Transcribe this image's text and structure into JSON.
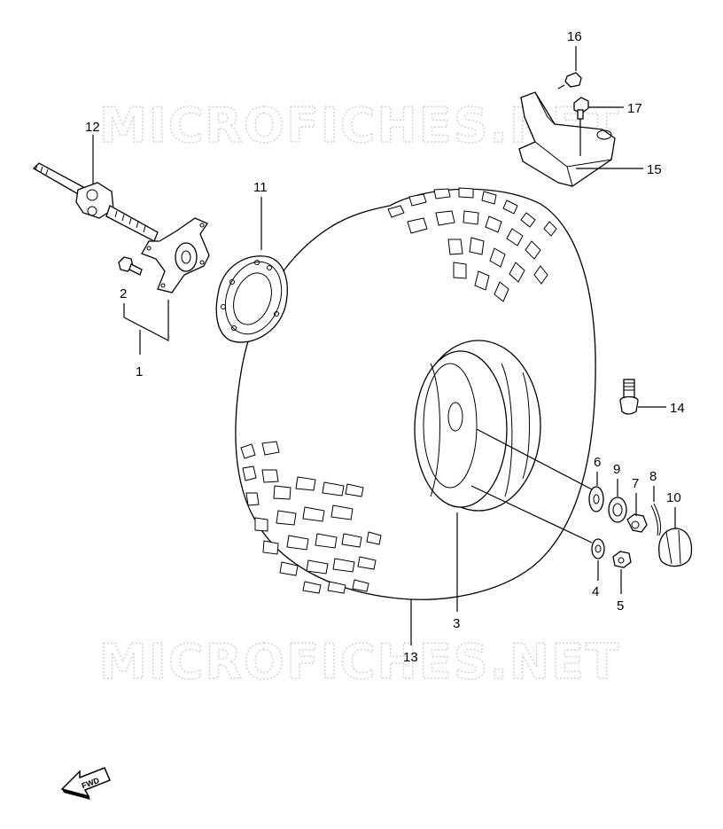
{
  "watermark": {
    "text": "MICROFICHES.NET"
  },
  "fwd_icon": {
    "label": "FWD"
  },
  "callouts": [
    {
      "id": "1",
      "text": "1",
      "part": "hub-assembly"
    },
    {
      "id": "2",
      "text": "2",
      "part": "hub-bolt"
    },
    {
      "id": "3",
      "text": "3",
      "part": "wheel-rim"
    },
    {
      "id": "4",
      "text": "4",
      "part": "washer"
    },
    {
      "id": "5",
      "text": "5",
      "part": "nut"
    },
    {
      "id": "6",
      "text": "6",
      "part": "washer"
    },
    {
      "id": "7",
      "text": "7",
      "part": "castle-nut"
    },
    {
      "id": "8",
      "text": "8",
      "part": "cotter-pin"
    },
    {
      "id": "9",
      "text": "9",
      "part": "spacer"
    },
    {
      "id": "10",
      "text": "10",
      "part": "hub-cap"
    },
    {
      "id": "11",
      "text": "11",
      "part": "brake-disc"
    },
    {
      "id": "12",
      "text": "12",
      "part": "drive-shaft"
    },
    {
      "id": "13",
      "text": "13",
      "part": "tire"
    },
    {
      "id": "14",
      "text": "14",
      "part": "valve"
    },
    {
      "id": "15",
      "text": "15",
      "part": "bracket"
    },
    {
      "id": "16",
      "text": "16",
      "part": "bolt"
    },
    {
      "id": "17",
      "text": "17",
      "part": "bolt"
    }
  ]
}
